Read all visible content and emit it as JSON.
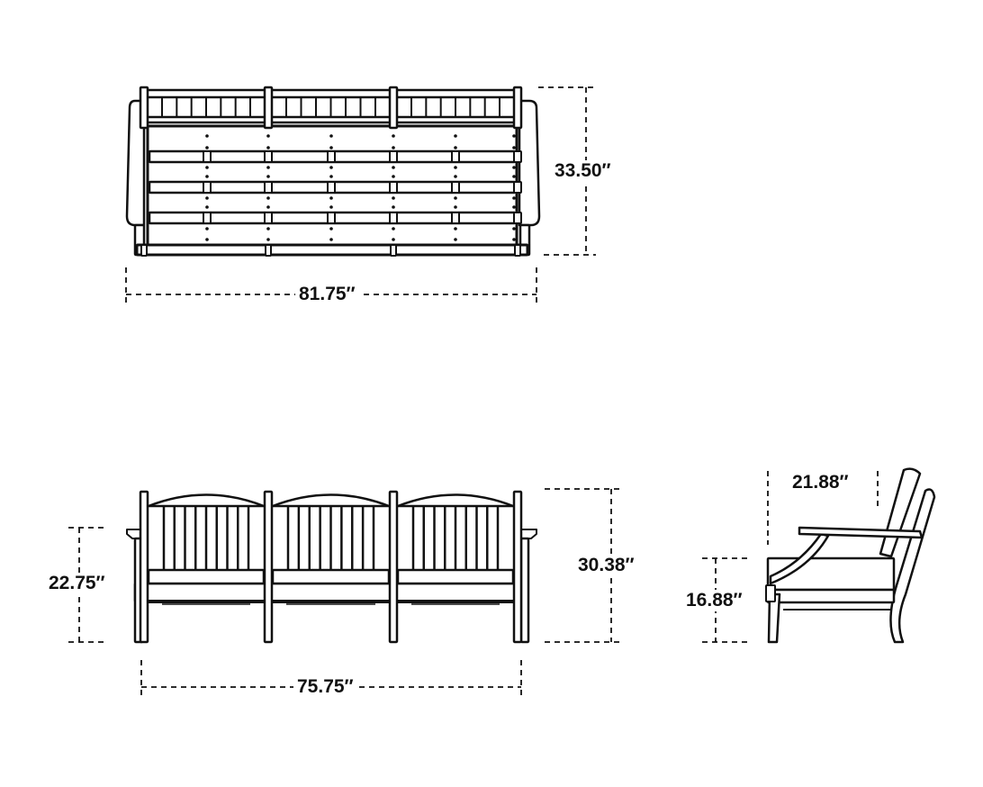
{
  "colors": {
    "line": "#111111",
    "background": "#ffffff"
  },
  "views": {
    "top": {
      "width_label": "81.75″",
      "depth_label": "33.50″"
    },
    "front": {
      "arm_height_label": "22.75″",
      "overall_height_label": "30.38″",
      "inner_width_label": "75.75″"
    },
    "side": {
      "seat_depth_label": "21.88″",
      "seat_height_label": "16.88″"
    }
  }
}
